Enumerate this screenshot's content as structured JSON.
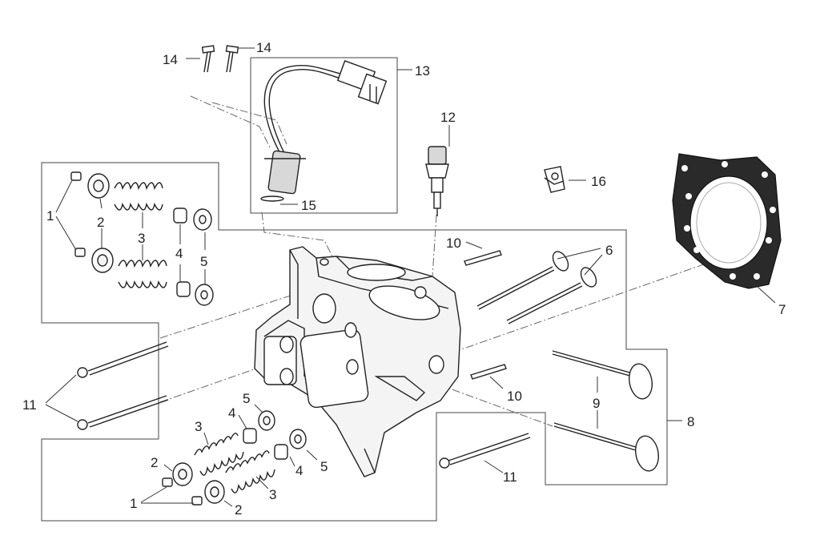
{
  "callouts": {
    "c1a": "1",
    "c1b": "1",
    "c2a": "2",
    "c2b": "2",
    "c2c": "2",
    "c3a": "3",
    "c3b": "3",
    "c3c": "3",
    "c4a": "4",
    "c4b": "4",
    "c4c": "4",
    "c5a": "5",
    "c5b": "5",
    "c5c": "5",
    "c6": "6",
    "c7": "7",
    "c8": "8",
    "c9": "9",
    "c10a": "10",
    "c10b": "10",
    "c11a": "11",
    "c11b": "11",
    "c12": "12",
    "c13": "13",
    "c14a": "14",
    "c14b": "14",
    "c15": "15",
    "c16": "16"
  },
  "colors": {
    "line": "#222222",
    "frame": "#444444",
    "gasket": "#2a2a2a"
  }
}
